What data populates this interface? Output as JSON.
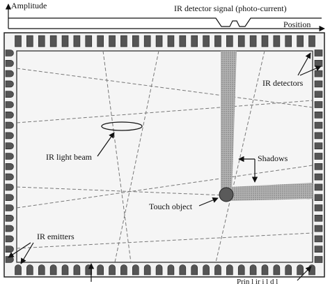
{
  "graph": {
    "y_axis_label": "Amplitude",
    "x_axis_label": "Position",
    "signal_label": "IR detector signal (photo-current)"
  },
  "annotations": {
    "ir_detectors": "IR detectors",
    "ir_light_beam": "IR light beam",
    "shadows": "Shadows",
    "touch_object": "Touch object",
    "ir_emitters": "IR emitters",
    "bottom_cut_label": "Prin  l  ir  i  l    d  l"
  },
  "colors": {
    "frame_fill": "#f2f2f2",
    "component_fill": "#555555",
    "shadow_fill": "#a8a8a8",
    "touch_object_fill": "#5a5a5a",
    "line": "#222222"
  },
  "counts": {
    "top_detectors": 26,
    "bottom_emitters": 26,
    "left_emitters": 21,
    "right_detectors": 21
  }
}
